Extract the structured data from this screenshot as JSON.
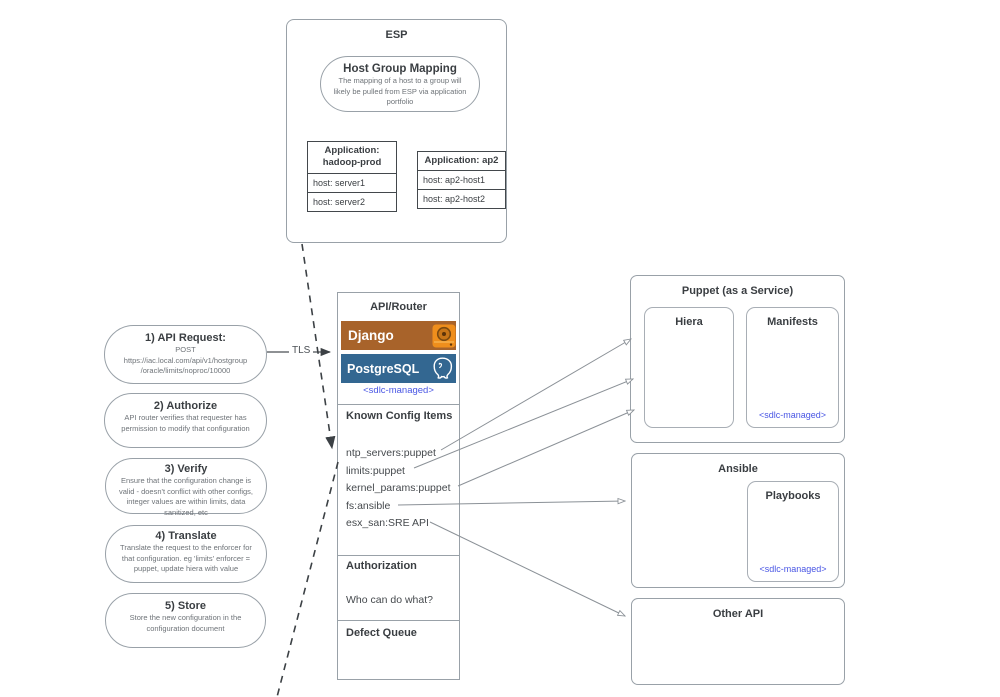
{
  "esp": {
    "title": "ESP",
    "host_group_mapping": {
      "title": "Host Group Mapping",
      "description": "The mapping of a host to a group will likely be pulled from ESP via application portfolio"
    },
    "applications": [
      {
        "title": "Application: hadoop-prod",
        "hosts": [
          "host: server1",
          "host: server2"
        ]
      },
      {
        "title": "Application: ap2",
        "hosts": [
          "host: ap2-host1",
          "host: ap2-host2"
        ]
      }
    ]
  },
  "flow_steps": [
    {
      "title": "1) API Request:",
      "description": "POST https://iac.local.com/api/v1/hostgroup/oracle/limits/noproc/10000"
    },
    {
      "title": "2) Authorize",
      "description": "API router verifies that requester has permission to modify that configuration"
    },
    {
      "title": "3) Verify",
      "description": "Ensure that the configuration change is valid - doesn't conflict with other configs, integer values are within limits, data sanitized, etc"
    },
    {
      "title": "4) Translate",
      "description": "Translate the request to the enforcer for that configuration. eg 'limits' enforcer = puppet, update hiera with value"
    },
    {
      "title": "5) Store",
      "description": "Store the new configuration in the configuration document"
    }
  ],
  "tls_label": "TLS",
  "api_router": {
    "title": "API/Router",
    "django_label": "Django",
    "postgresql_label": "PostgreSQL",
    "sdlc_managed_label": "<sdlc-managed>",
    "known_config_items": {
      "title": "Known Config Items",
      "items": [
        "ntp_servers:puppet",
        "limits:puppet",
        "kernel_params:puppet",
        "fs:ansible",
        "esx_san:SRE API"
      ]
    },
    "authorization": {
      "title": "Authorization",
      "question": "Who can do what?"
    },
    "defect_queue_title": "Defect Queue"
  },
  "puppet_service": {
    "title": "Puppet (as a Service)",
    "hiera_label": "Hiera",
    "manifests_label": "Manifests",
    "sdlc_managed_label": "<sdlc-managed>"
  },
  "ansible": {
    "title": "Ansible",
    "playbooks_label": "Playbooks",
    "sdlc_managed_label": "<sdlc-managed>"
  },
  "other_api": {
    "title": "Other API"
  },
  "colors": {
    "django_bar": "#a8632a",
    "django_icon_orange": "#ef8e1c",
    "postgresql_bar": "#336791",
    "sdlc_text": "#4956e4",
    "box_border": "#99a1a8",
    "arrow_gray": "#8b9197",
    "dashed_dark": "#3c4145"
  }
}
